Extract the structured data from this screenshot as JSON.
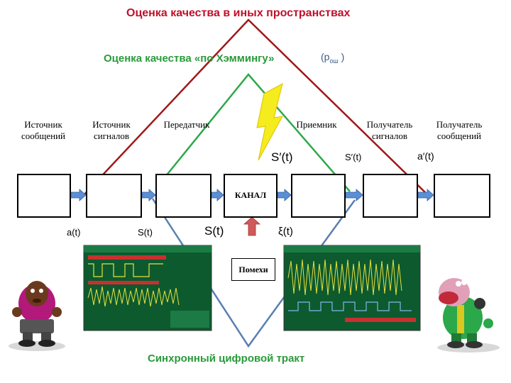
{
  "title": "Оценка качества в иных пространствах",
  "subtitle": "Оценка качества «по Хэммингу»",
  "subtitle_note": "(p",
  "subtitle_note_sub": "ош",
  "subtitle_note_end": " )",
  "blocks": [
    {
      "label1": "Источник",
      "label2": "сообщений"
    },
    {
      "label1": "Источник",
      "label2": "сигналов"
    },
    {
      "label1": "Передатчик",
      "label2": ""
    },
    {
      "label1": "",
      "label2": ""
    },
    {
      "label1": "Приемник",
      "label2": ""
    },
    {
      "label1": "Получатель",
      "label2": "сигналов"
    },
    {
      "label1": "Получатель",
      "label2": "сообщений"
    }
  ],
  "channel_label": "КАНАЛ",
  "noise_label": "Помехи",
  "signals": {
    "a_t": "a(t)",
    "s_t_1": "S(t)",
    "s_t_2": "S(t)",
    "xi_t": "ξ(t)",
    "s_prime_big": "S′(t)",
    "s_prime_small": "S′(t)",
    "a_prime": "a′(t)"
  },
  "bottom_label": "Синхронный цифровой тракт",
  "colors": {
    "red_line": "#a01818",
    "green_line": "#2ea84a",
    "blue_line": "#5a7fb0",
    "arrow_fill": "#5a8fd6",
    "noise_arrow": "#d05a5a",
    "lightning": "#f4ec1c",
    "scope_bg": "#0d5a2e"
  }
}
